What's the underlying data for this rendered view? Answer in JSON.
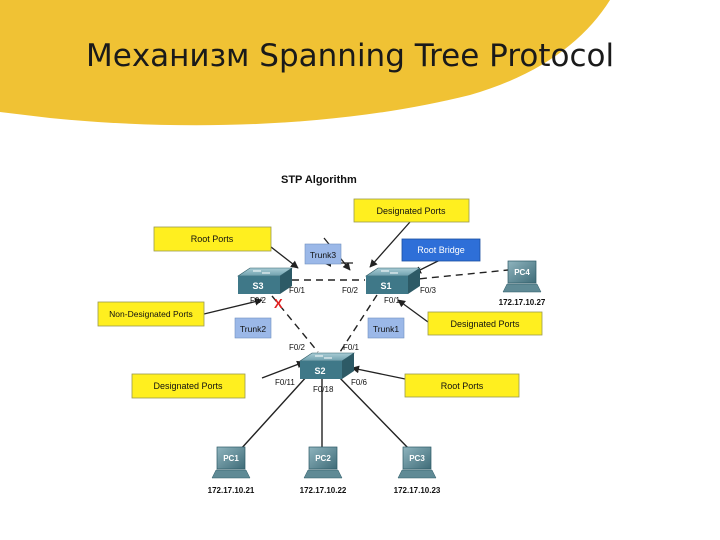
{
  "slide": {
    "title": "Механизм Spanning Tree Protocol"
  },
  "diagram": {
    "caption": "STP Algorithm",
    "switches": {
      "s1": "S1",
      "s2": "S2",
      "s3": "S3"
    },
    "ports": {
      "s3_f01": "F0/1",
      "s3_f02": "F0/2",
      "s1_f02": "F0/2",
      "s1_f01": "F0/1",
      "s1_f03": "F0/3",
      "s2_f02": "F0/2",
      "s2_f01": "F0/1",
      "s2_f011": "F0/11",
      "s2_f018": "F0/18",
      "s2_f06": "F0/6"
    },
    "trunks": {
      "trunk1": "Trunk1",
      "trunk2": "Trunk2",
      "trunk3": "Trunk3"
    },
    "callouts": {
      "designated_top": "Designated Ports",
      "root_ports_top": "Root Ports",
      "root_bridge": "Root Bridge",
      "non_designated": "Non-Designated Ports",
      "designated_right": "Designated Ports",
      "designated_left": "Designated Ports",
      "root_ports_right": "Root Ports"
    },
    "blocked_marker": "X",
    "pcs": [
      {
        "name": "PC1",
        "ip": "172.17.10.21"
      },
      {
        "name": "PC2",
        "ip": "172.17.10.22"
      },
      {
        "name": "PC3",
        "ip": "172.17.10.23"
      },
      {
        "name": "PC4",
        "ip": "172.17.10.27"
      }
    ],
    "colors": {
      "accent_yellow": "#F0C234",
      "callout_yellow": "#FFEF1F",
      "trunk_blue": "#9BB8E8",
      "root_bridge_blue": "#2E6FD8",
      "switch_body": "#3F7888",
      "blocked_red": "#E02020"
    }
  }
}
